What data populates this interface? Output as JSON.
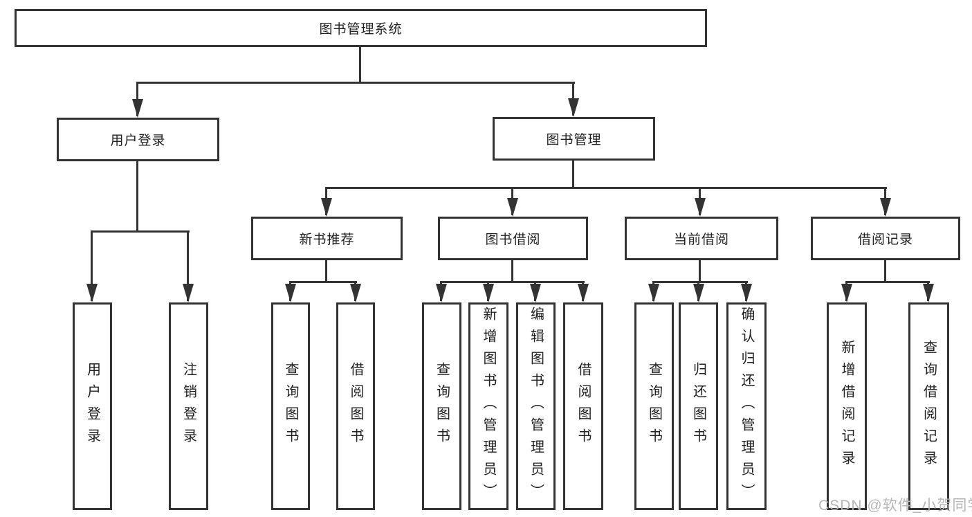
{
  "tree": {
    "root": "图书管理系统",
    "children": [
      {
        "label": "用户登录",
        "children": [
          "用户登录",
          "注销登录"
        ]
      },
      {
        "label": "图书管理",
        "children": [
          {
            "label": "新书推荐",
            "children": [
              "查询图书",
              "借阅图书"
            ]
          },
          {
            "label": "图书借阅",
            "children": [
              "查询图书",
              "新增图书（管理员）",
              "编辑图书（管理员）",
              "借阅图书"
            ]
          },
          {
            "label": "当前借阅",
            "children": [
              "查询图书",
              "归还图书",
              "确认归还（管理员）"
            ]
          },
          {
            "label": "借阅记录",
            "children": [
              "新增借阅记录",
              "查询借阅记录"
            ]
          }
        ]
      }
    ]
  },
  "watermark": "CSDN @软件_小贺同学",
  "colors": {
    "line": "#333333",
    "box_border": "#333333",
    "text": "#1f1f1f",
    "watermark": "#b6b6b6",
    "background": "#ffffff"
  }
}
